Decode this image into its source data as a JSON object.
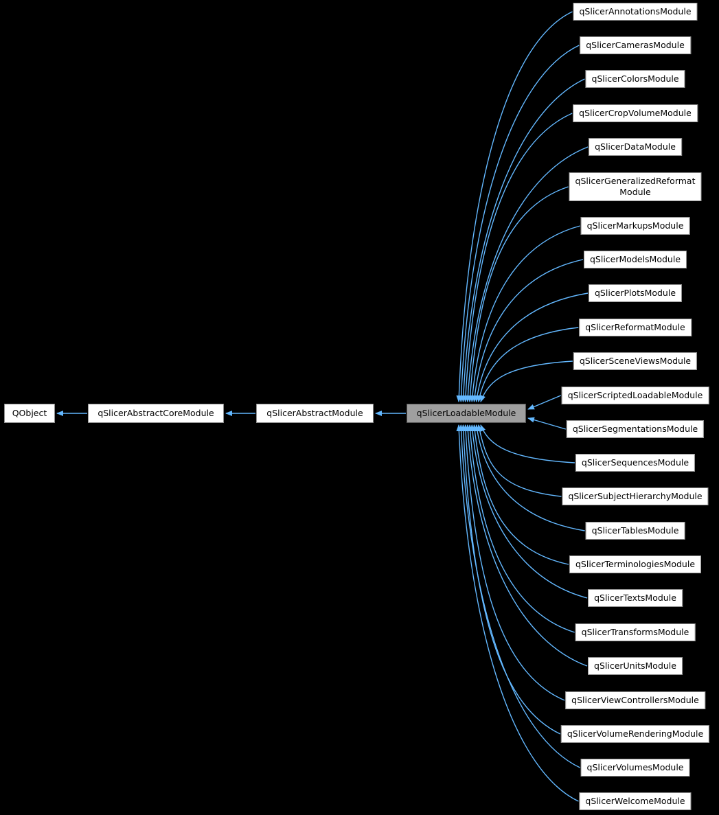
{
  "diagram": {
    "type": "class-inheritance-graph",
    "current_class": "qSlicerLoadableModule",
    "colors": {
      "background": "#000000",
      "edge": "#63b8ff",
      "node_fill": "#ffffff",
      "node_border": "#8f8f8f",
      "highlight_fill": "#9f9f9f",
      "highlight_border": "#565656",
      "text": "#000000"
    },
    "chain": [
      {
        "label": "QObject",
        "highlight": false
      },
      {
        "label": "qSlicerAbstractCoreModule",
        "highlight": false
      },
      {
        "label": "qSlicerAbstractModule",
        "highlight": false
      },
      {
        "label": "qSlicerLoadableModule",
        "highlight": true
      }
    ],
    "derived_classes": [
      "qSlicerAnnotationsModule",
      "qSlicerCamerasModule",
      "qSlicerColorsModule",
      "qSlicerCropVolumeModule",
      "qSlicerDataModule",
      "qSlicerGeneralizedReformat\nModule",
      "qSlicerMarkupsModule",
      "qSlicerModelsModule",
      "qSlicerPlotsModule",
      "qSlicerReformatModule",
      "qSlicerSceneViewsModule",
      "qSlicerScriptedLoadableModule",
      "qSlicerSegmentationsModule",
      "qSlicerSequencesModule",
      "qSlicerSubjectHierarchyModule",
      "qSlicerTablesModule",
      "qSlicerTerminologiesModule",
      "qSlicerTextsModule",
      "qSlicerTransformsModule",
      "qSlicerUnitsModule",
      "qSlicerViewControllersModule",
      "qSlicerVolumeRenderingModule",
      "qSlicerVolumesModule",
      "qSlicerWelcomeModule"
    ]
  }
}
